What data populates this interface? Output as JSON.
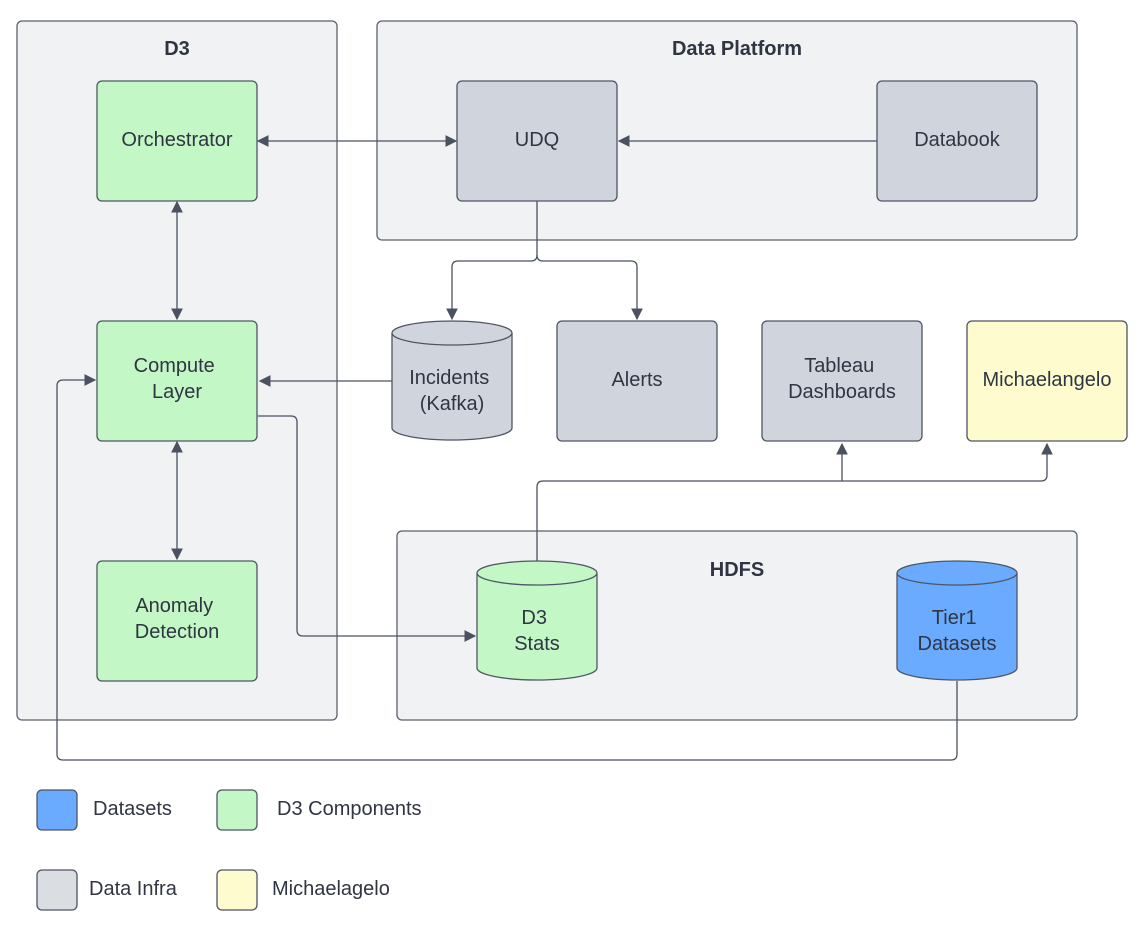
{
  "groups": {
    "d3": {
      "title": "D3"
    },
    "data_platform": {
      "title": "Data Platform"
    },
    "hdfs": {
      "title": "HDFS"
    }
  },
  "nodes": {
    "orchestrator": {
      "lines": [
        "Orchestrator"
      ]
    },
    "compute_layer": {
      "lines": [
        "Compute",
        "Layer"
      ]
    },
    "anomaly_detection": {
      "lines": [
        "Anomaly",
        "Detection"
      ]
    },
    "udq": {
      "lines": [
        "UDQ"
      ]
    },
    "databook": {
      "lines": [
        "Databook"
      ]
    },
    "incidents_kafka": {
      "lines": [
        "Incidents",
        "(Kafka)"
      ]
    },
    "alerts": {
      "lines": [
        "Alerts"
      ]
    },
    "tableau_dashboards": {
      "lines": [
        "Tableau",
        "Dashboards"
      ]
    },
    "michaelangelo": {
      "lines": [
        "Michaelangelo"
      ]
    },
    "d3_stats": {
      "lines": [
        "D3",
        "Stats"
      ]
    },
    "tier1_datasets": {
      "lines": [
        "Tier1",
        "Datasets"
      ]
    }
  },
  "legend": [
    {
      "label": "Datasets",
      "color": "#6aabff"
    },
    {
      "label": "D3 Components",
      "color": "#c3f7c6"
    },
    {
      "label": "Data Infra",
      "color": "#dadde2"
    },
    {
      "label": "Michaelagelo",
      "color": "#fefbcf"
    }
  ],
  "colors": {
    "datasets": "#6aabff",
    "d3_components": "#c3f7c6",
    "data_infra": "#d0d5dd",
    "michaelangelo": "#fefbcf",
    "group_fill": "#f1f2f4"
  }
}
